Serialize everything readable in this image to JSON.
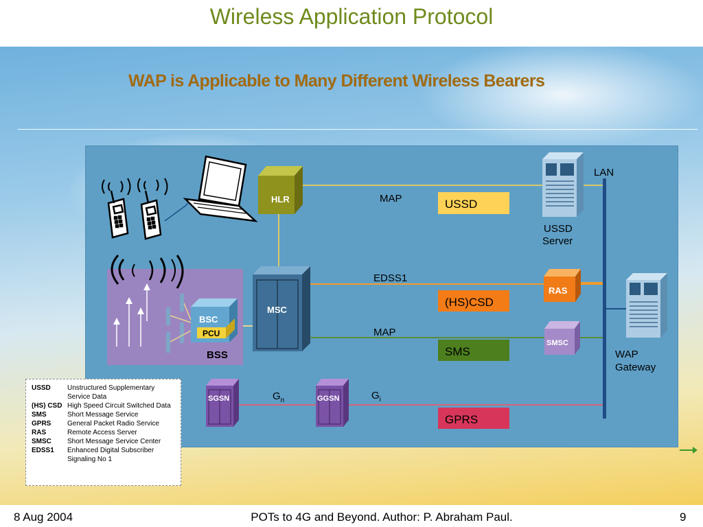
{
  "slide": {
    "title": "Wireless Application Protocol",
    "subtitle": "WAP is Applicable  to Many Different Wireless Bearers"
  },
  "diagram": {
    "nodes": {
      "hlr": "HLR",
      "msc": "MSC",
      "bsc": "BSC",
      "pcu": "PCU",
      "bss": "BSS",
      "ras": "RAS",
      "smsc": "SMSC",
      "sgsn": "SGSN",
      "ggsn": "GGSN",
      "ussd_server_line1": "USSD",
      "ussd_server_line2": "Server",
      "wap_gateway_line1": "WAP",
      "wap_gateway_line2": "Gateway",
      "lan": "LAN"
    },
    "links": {
      "map_top": "MAP",
      "edss1": "EDSS1",
      "map_mid": "MAP",
      "gn_base": "G",
      "gn_sub": "n",
      "gi_base": "G",
      "gi_sub": "i"
    },
    "bearers": [
      {
        "label": "USSD",
        "color": "#fdd256"
      },
      {
        "label": "(HS)CSD",
        "color": "#f47c16"
      },
      {
        "label": "SMS",
        "color": "#4d7f1f"
      },
      {
        "label": "GPRS",
        "color": "#d7365a"
      }
    ],
    "line_colors": {
      "map": "#d8c96a",
      "edss1": "#f59a2c",
      "sms": "#5c8a3a",
      "gprs": "#d86476"
    }
  },
  "legend": [
    {
      "abbr": "USSD",
      "def": "Unstructured Supplementary Service Data"
    },
    {
      "abbr": "(HS) CSD",
      "def": "High Speed Circuit Switched Data"
    },
    {
      "abbr": "SMS",
      "def": "Short Message Service"
    },
    {
      "abbr": "GPRS",
      "def": "General Packet Radio Service"
    },
    {
      "abbr": "RAS",
      "def": "Remote Access Server"
    },
    {
      "abbr": "SMSC",
      "def": "Short Message Service Center"
    },
    {
      "abbr": "EDSS1",
      "def": "Enhanced Digital Subscriber Signaling No 1"
    }
  ],
  "footer": {
    "date": "8 Aug 2004",
    "center": "POTs to 4G and Beyond. Author: P. Abraham Paul.",
    "page": "9"
  }
}
